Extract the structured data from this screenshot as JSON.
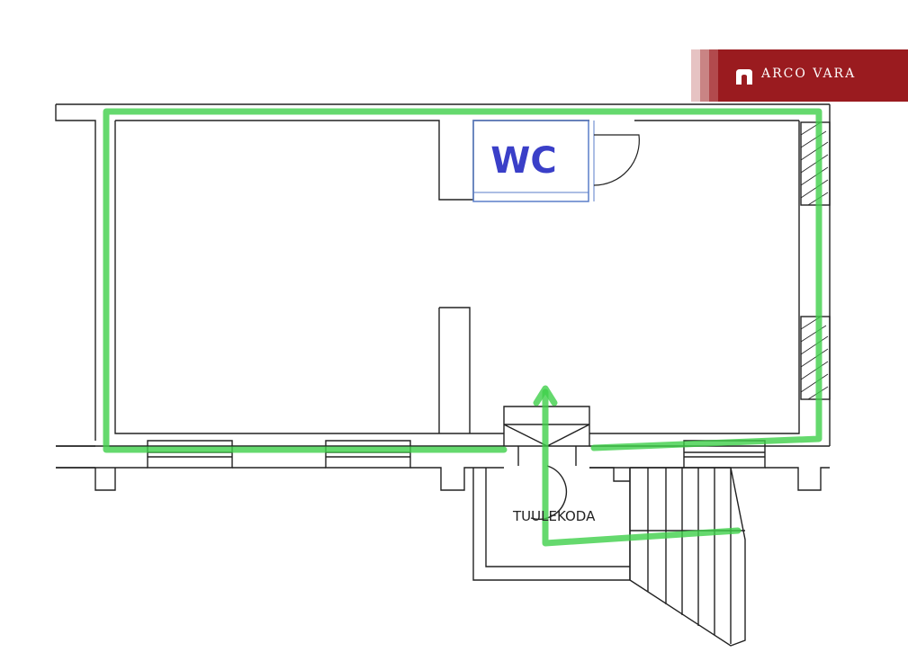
{
  "brand": {
    "name": "ARCO VARA",
    "color": "#9a1b1f",
    "icon": "arch-logo-icon"
  },
  "labels": {
    "wc": "WC",
    "entrance": "TUULEKODA"
  },
  "colors": {
    "wall": "#222222",
    "route": "#3fd04a",
    "wc_text": "#3a3fc8",
    "wc_outline": "#5a7ec8"
  }
}
